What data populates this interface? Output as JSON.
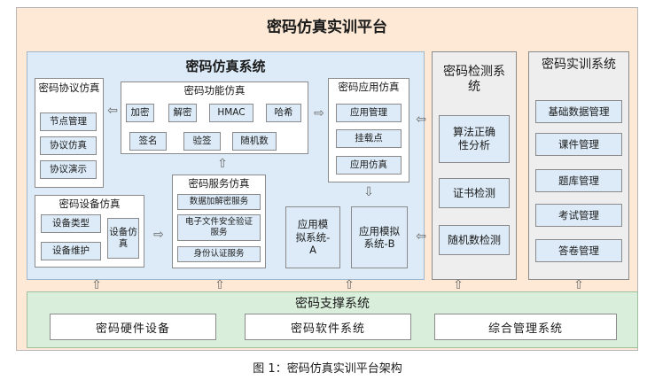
{
  "title": "密码仿真实训平台",
  "simulation_system": {
    "title": "密码仿真系统",
    "protocol_sim": {
      "title": "密码协议仿真",
      "items": [
        "节点管理",
        "协议仿真",
        "协议演示"
      ]
    },
    "function_sim": {
      "title": "密码功能仿真",
      "row1": [
        "加密",
        "解密",
        "HMAC",
        "哈希"
      ],
      "row2": [
        "签名",
        "验签",
        "随机数"
      ]
    },
    "application_sim": {
      "title": "密码应用仿真",
      "items": [
        "应用管理",
        "挂载点",
        "应用仿真"
      ]
    },
    "device_sim": {
      "title": "密码设备仿真",
      "items": [
        "设备类型",
        "设备维护"
      ],
      "side": "设备仿真"
    },
    "service_sim": {
      "title": "密码服务仿真",
      "items": [
        "数据加解密服务",
        "电子文件安全验证服务",
        "身份认证服务"
      ]
    },
    "app_systems": [
      "应用模拟系统-A",
      "应用模拟系统-B"
    ]
  },
  "detection_system": {
    "title": "密码检测系统",
    "items": [
      "算法正确性分析",
      "证书检测",
      "随机数检测"
    ]
  },
  "training_system": {
    "title": "密码实训系统",
    "items": [
      "基础数据管理",
      "课件管理",
      "题库管理",
      "考试管理",
      "答卷管理"
    ]
  },
  "support_system": {
    "title": "密码支撑系统",
    "items": [
      "密码硬件设备",
      "密码软件系统",
      "综合管理系统"
    ]
  },
  "caption": "图 1：密码仿真实训平台架构",
  "arrows": {
    "left": "⇦",
    "right": "⇨",
    "up": "⇧",
    "down": "⇩"
  }
}
